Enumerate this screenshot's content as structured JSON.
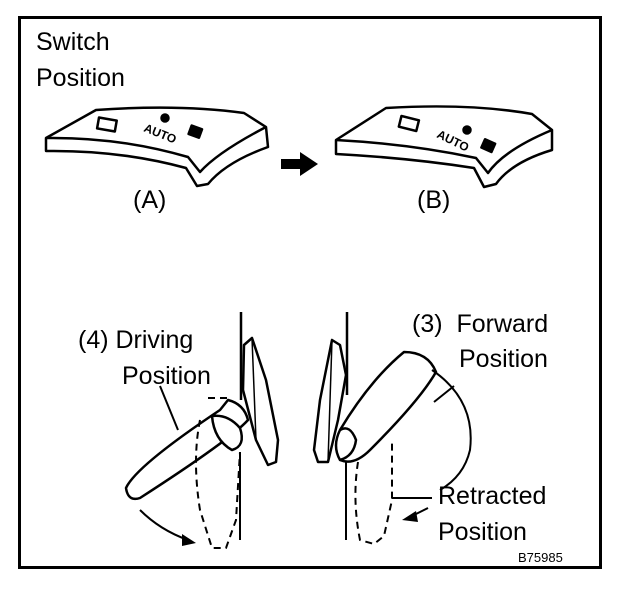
{
  "switch_heading": {
    "line1": "Switch",
    "line2": "Position"
  },
  "switch_a": {
    "caption": "(A)",
    "text": "AUTO"
  },
  "switch_b": {
    "caption": "(B)",
    "text": "AUTO"
  },
  "driving": {
    "line1": "(4) Driving",
    "line2": "Position"
  },
  "forward": {
    "line1": "(3)  Forward",
    "line2": "Position"
  },
  "retracted": {
    "line1": "Retracted",
    "line2": "Position"
  },
  "figure_code": "B75985"
}
